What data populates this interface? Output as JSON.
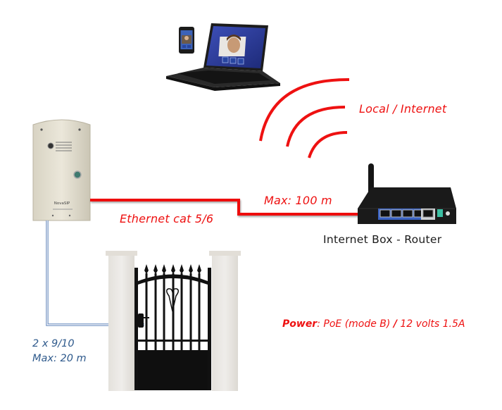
{
  "diagram": {
    "title": "IP door intercom installation diagram",
    "labels": {
      "wireless": "Local / Internet",
      "cable_type": "Ethernet cat 5/6",
      "cable_max": "Max: 100 m",
      "router": "Internet Box - Router",
      "power_key": "Power",
      "power_sep": ":",
      "power_poe": " PoE (mode B) ",
      "power_slash": "/",
      "power_dc": " 12 volts 1.5A",
      "wire_type": "2 x 9/10",
      "wire_max": "Max: 20 m"
    },
    "devices": {
      "intercom_brand": "NovaSIP",
      "laptop": "laptop with video call app",
      "phone": "smartphone with video call app",
      "router": "wireless router",
      "gate": "metal pedestrian gate"
    },
    "colors": {
      "ethernet": "#ee1111",
      "wifi_arcs": "#ee1111",
      "lock_wire": "#6f8fc0",
      "label_red": "#ee1111",
      "label_blue": "#2f5a8c"
    }
  }
}
